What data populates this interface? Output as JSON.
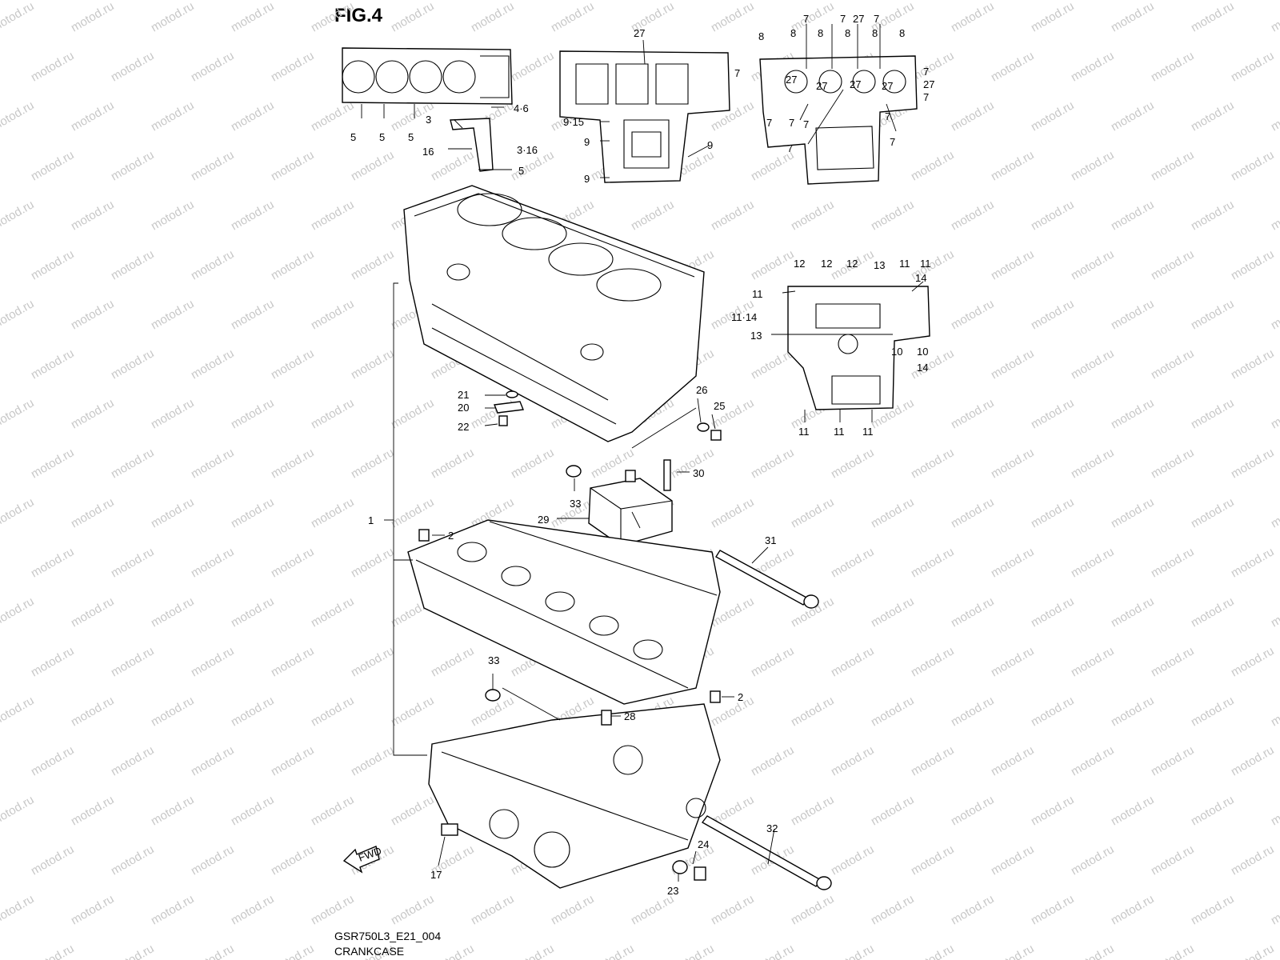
{
  "figure_title": "FIG.4",
  "drawing_code": "GSR750L3_E21_004",
  "caption": "CRANKCASE",
  "fwd_label": "FWD",
  "watermark": "motod.ru",
  "callouts": [
    {
      "id": "c1",
      "text": "1"
    },
    {
      "id": "c2a",
      "text": "2"
    },
    {
      "id": "c2b",
      "text": "2"
    },
    {
      "id": "c3",
      "text": "3"
    },
    {
      "id": "c316",
      "text": "3·16"
    },
    {
      "id": "c46",
      "text": "4·6"
    },
    {
      "id": "c5a",
      "text": "5"
    },
    {
      "id": "c5b",
      "text": "5"
    },
    {
      "id": "c5c",
      "text": "5"
    },
    {
      "id": "c5d",
      "text": "5"
    },
    {
      "id": "c16",
      "text": "16"
    },
    {
      "id": "c27top",
      "text": "27"
    },
    {
      "id": "c915",
      "text": "9·15"
    },
    {
      "id": "c9a",
      "text": "9"
    },
    {
      "id": "c9b",
      "text": "9"
    },
    {
      "id": "c9c",
      "text": "9"
    },
    {
      "id": "c8a",
      "text": "8"
    },
    {
      "id": "c8b",
      "text": "8"
    },
    {
      "id": "c8c",
      "text": "8"
    },
    {
      "id": "c8d",
      "text": "8"
    },
    {
      "id": "c8e",
      "text": "8"
    },
    {
      "id": "c8f",
      "text": "8"
    },
    {
      "id": "c7a",
      "text": "7"
    },
    {
      "id": "c7b",
      "text": "7"
    },
    {
      "id": "c7c",
      "text": "7"
    },
    {
      "id": "c7d",
      "text": "7"
    },
    {
      "id": "c7e",
      "text": "7"
    },
    {
      "id": "c7f",
      "text": "7"
    },
    {
      "id": "c7g",
      "text": "7"
    },
    {
      "id": "c7h",
      "text": "7"
    },
    {
      "id": "c7i",
      "text": "7"
    },
    {
      "id": "c7j",
      "text": "7"
    },
    {
      "id": "c7k",
      "text": "7"
    },
    {
      "id": "c7l",
      "text": "7"
    },
    {
      "id": "c27a",
      "text": "27"
    },
    {
      "id": "c27b",
      "text": "27"
    },
    {
      "id": "c27c",
      "text": "27"
    },
    {
      "id": "c27d",
      "text": "27"
    },
    {
      "id": "c27e",
      "text": "27"
    },
    {
      "id": "c27f",
      "text": "27"
    },
    {
      "id": "c12a",
      "text": "12"
    },
    {
      "id": "c12b",
      "text": "12"
    },
    {
      "id": "c12c",
      "text": "12"
    },
    {
      "id": "c13a",
      "text": "13"
    },
    {
      "id": "c13b",
      "text": "13"
    },
    {
      "id": "c11a",
      "text": "11"
    },
    {
      "id": "c11b",
      "text": "11"
    },
    {
      "id": "c11c",
      "text": "11"
    },
    {
      "id": "c1114",
      "text": "11·14"
    },
    {
      "id": "c11d",
      "text": "11"
    },
    {
      "id": "c11e",
      "text": "11"
    },
    {
      "id": "c11f",
      "text": "11"
    },
    {
      "id": "c14a",
      "text": "14"
    },
    {
      "id": "c14b",
      "text": "14"
    },
    {
      "id": "c10a",
      "text": "10"
    },
    {
      "id": "c10b",
      "text": "10"
    },
    {
      "id": "c20",
      "text": "20"
    },
    {
      "id": "c21",
      "text": "21"
    },
    {
      "id": "c22",
      "text": "22"
    },
    {
      "id": "c25",
      "text": "25"
    },
    {
      "id": "c26",
      "text": "26"
    },
    {
      "id": "c29",
      "text": "29"
    },
    {
      "id": "c30",
      "text": "30"
    },
    {
      "id": "c31",
      "text": "31"
    },
    {
      "id": "c33a",
      "text": "33"
    },
    {
      "id": "c33b",
      "text": "33"
    },
    {
      "id": "c28",
      "text": "28"
    },
    {
      "id": "c32",
      "text": "32"
    },
    {
      "id": "c17",
      "text": "17"
    },
    {
      "id": "c23",
      "text": "23"
    },
    {
      "id": "c24",
      "text": "24"
    }
  ]
}
